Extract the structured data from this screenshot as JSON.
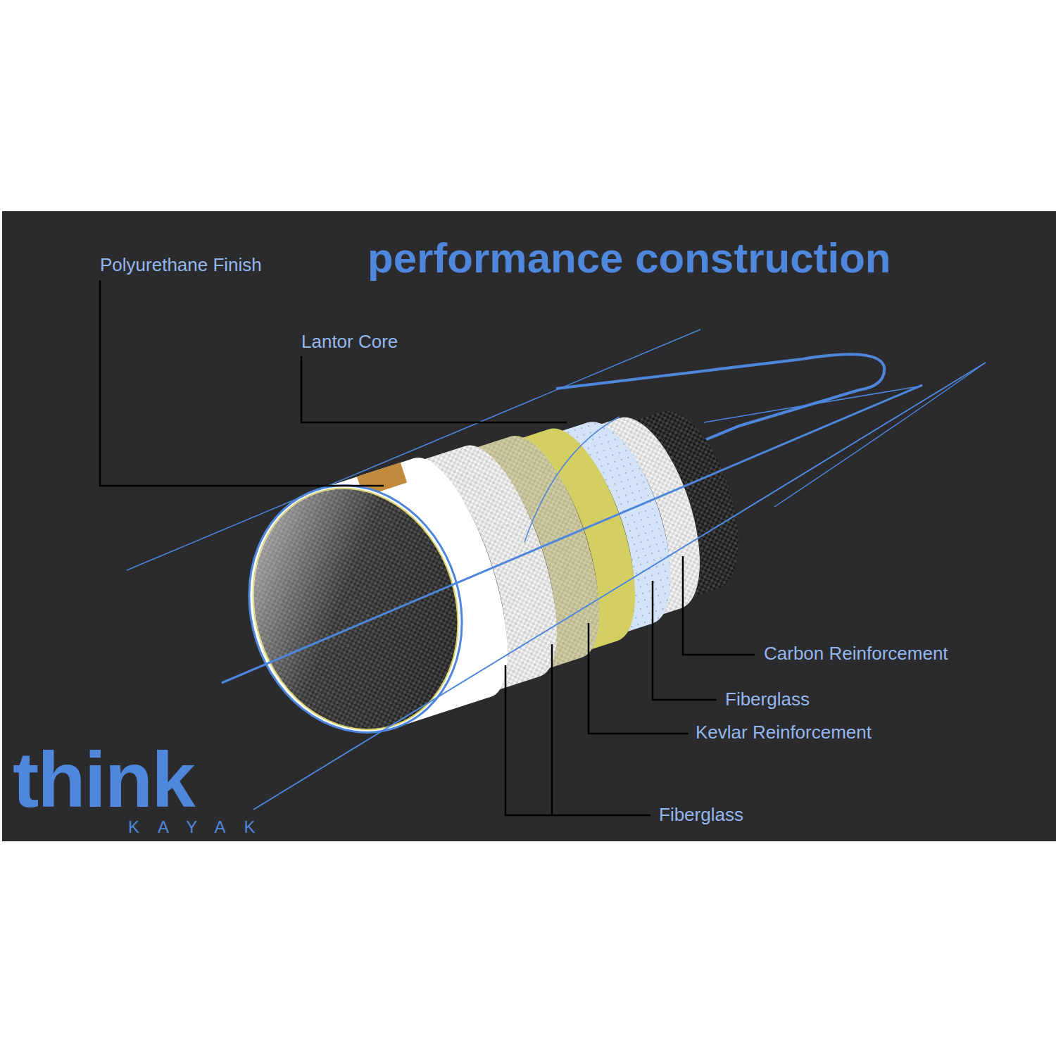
{
  "diagram": {
    "title": "performance construction",
    "labels": [
      "Polyurethane Finish",
      "Lantor Core",
      "Carbon Reinforcement",
      "Fiberglass",
      "Kevlar Reinforcement",
      "Fiberglass",
      "think",
      "KAYAK"
    ]
  }
}
